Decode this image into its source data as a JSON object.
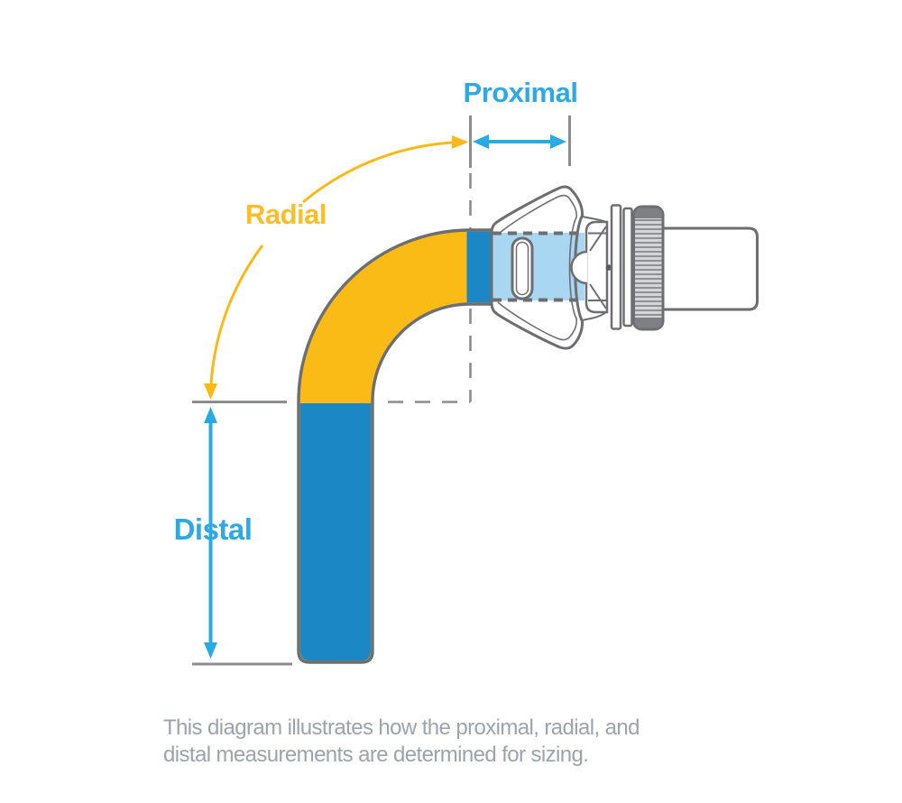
{
  "diagram": {
    "labels": {
      "proximal": "Proximal",
      "radial": "Radial",
      "distal": "Distal"
    },
    "caption": {
      "line1": "This diagram illustrates how the proximal, radial, and",
      "line2": "distal measurements are determined for sizing."
    },
    "colors": {
      "tube_yellow": "#FBBB17",
      "tube_blue": "#1C87C5",
      "band_light_blue": "#A9D6F1",
      "label_blue": "#2FA9E1",
      "arrow_blue": "#29ABE2",
      "label_yellow": "#FCBE27",
      "arc_yellow": "#FBB917",
      "outline_gray": "#6D6E71",
      "guide_gray": "#8A8C8E",
      "caption_gray": "#9BA3AD"
    }
  }
}
